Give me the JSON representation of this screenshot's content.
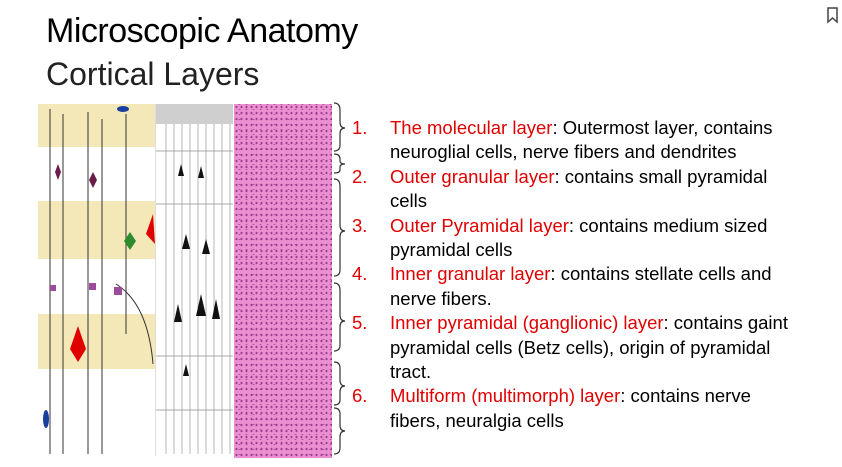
{
  "slide": {
    "title": "Microscopic Anatomy",
    "subtitle": "Cortical Layers",
    "layers": [
      {
        "number": "1.",
        "term": "The molecular layer",
        "description": ": Outermost layer, contains neuroglial cells, nerve fibers and dendrites"
      },
      {
        "number": "2.",
        "term": "Outer granular layer",
        "description": ": contains small pyramidal cells"
      },
      {
        "number": "3.",
        "term": "Outer Pyramidal layer",
        "description": ": contains medium sized pyramidal cells"
      },
      {
        "number": "4.",
        "term": "Inner granular layer",
        "description": ": contains stellate cells and nerve fibers."
      },
      {
        "number": "5.",
        "term": "Inner pyramidal (ganglionic) layer",
        "description": ": contains gaint pyramidal cells (Betz cells), origin of pyramidal tract."
      },
      {
        "number": "6.",
        "term": "Multiform (multimorph) layer",
        "description": ": contains nerve fibers, neuralgia cells"
      }
    ]
  },
  "colors": {
    "term": "#e00000",
    "stain": "#eb8fd0"
  },
  "icons": {
    "bookmark": "bookmark-icon"
  }
}
